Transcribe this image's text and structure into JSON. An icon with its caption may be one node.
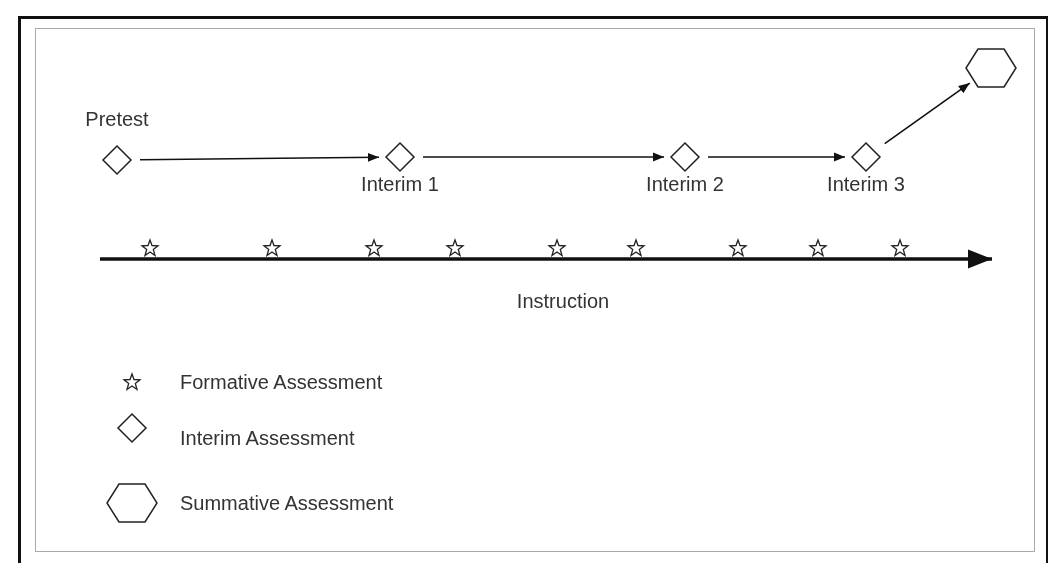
{
  "diagram": {
    "nodes": [
      {
        "text": [
          "Pretest"
        ]
      },
      {
        "text": [
          "Interim 1"
        ]
      },
      {
        "text": [
          "Interim 2"
        ]
      },
      {
        "text": [
          "Interim 3"
        ]
      },
      {
        "text": [],
        "shape": "hexagon"
      },
      {
        "text": [],
        "shape": "star"
      },
      {
        "text": [],
        "shape": "star"
      },
      {
        "text": [],
        "shape": "star"
      },
      {
        "text": [],
        "shape": "star"
      },
      {
        "text": [],
        "shape": "star"
      },
      {
        "text": [],
        "shape": "star"
      },
      {
        "text": [],
        "shape": "star"
      },
      {
        "text": [],
        "shape": "star"
      },
      {
        "text": [],
        "shape": "star"
      }
    ],
    "edges": [
      {
        "from": 0,
        "to": 1,
        "arrow": "to"
      },
      {
        "from": 1,
        "to": 2,
        "arrow": "to"
      },
      {
        "from": 2,
        "to": 3,
        "arrow": "to"
      },
      {
        "from": 3,
        "to": 4,
        "arrow": "to"
      }
    ],
    "labels": [
      "Instruction"
    ],
    "legend": [
      {
        "text": "Formative Assessment"
      },
      {
        "text": "Interim Assessment"
      },
      {
        "text": "Summative Assessment"
      }
    ]
  }
}
